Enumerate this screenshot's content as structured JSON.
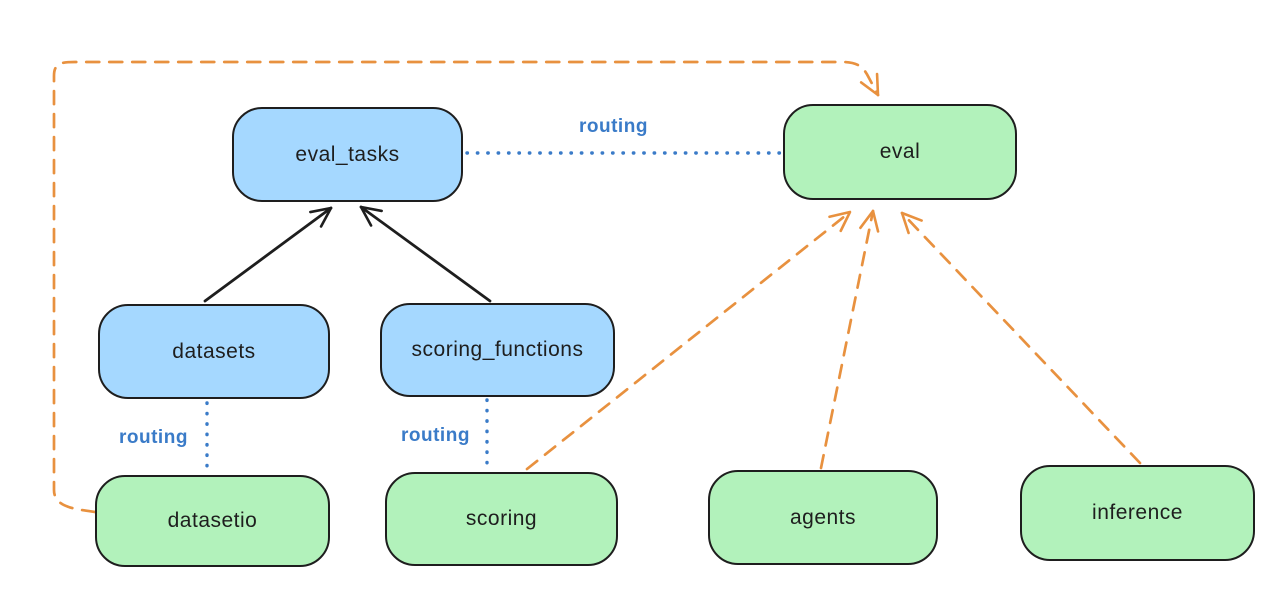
{
  "diagram": {
    "title": "",
    "background": "#ffffff",
    "colors": {
      "blue_node_fill": "#a5d8ff",
      "green_node_fill": "#b2f2bb",
      "node_stroke": "#1e1e1e",
      "orange_edge": "#e8913f",
      "routing_label_blue": "#3a7bc8",
      "black_edge": "#1e1e1e"
    },
    "nodes": {
      "eval_tasks": {
        "label": "eval_tasks",
        "color": "blue"
      },
      "eval": {
        "label": "eval",
        "color": "green"
      },
      "datasets": {
        "label": "datasets",
        "color": "blue"
      },
      "scoring_functions": {
        "label": "scoring_functions",
        "color": "blue"
      },
      "datasetio": {
        "label": "datasetio",
        "color": "green"
      },
      "scoring": {
        "label": "scoring",
        "color": "green"
      },
      "agents": {
        "label": "agents",
        "color": "green"
      },
      "inference": {
        "label": "inference",
        "color": "green"
      }
    },
    "labels": {
      "routing": "routing"
    },
    "edges": [
      {
        "from": "datasets",
        "to": "eval_tasks",
        "style": "solid-black-arrow"
      },
      {
        "from": "scoring_functions",
        "to": "eval_tasks",
        "style": "solid-black-arrow"
      },
      {
        "from": "eval_tasks",
        "to": "eval",
        "style": "dotted-blue",
        "label": "routing"
      },
      {
        "from": "datasets",
        "to": "datasetio",
        "style": "dotted-blue",
        "label": "routing"
      },
      {
        "from": "scoring_functions",
        "to": "scoring",
        "style": "dotted-blue",
        "label": "routing"
      },
      {
        "from": "datasetio",
        "to": "eval",
        "style": "dashed-orange-arrow"
      },
      {
        "from": "scoring",
        "to": "eval",
        "style": "dashed-orange-arrow"
      },
      {
        "from": "agents",
        "to": "eval",
        "style": "dashed-orange-arrow"
      },
      {
        "from": "inference",
        "to": "eval",
        "style": "dashed-orange-arrow"
      }
    ]
  }
}
